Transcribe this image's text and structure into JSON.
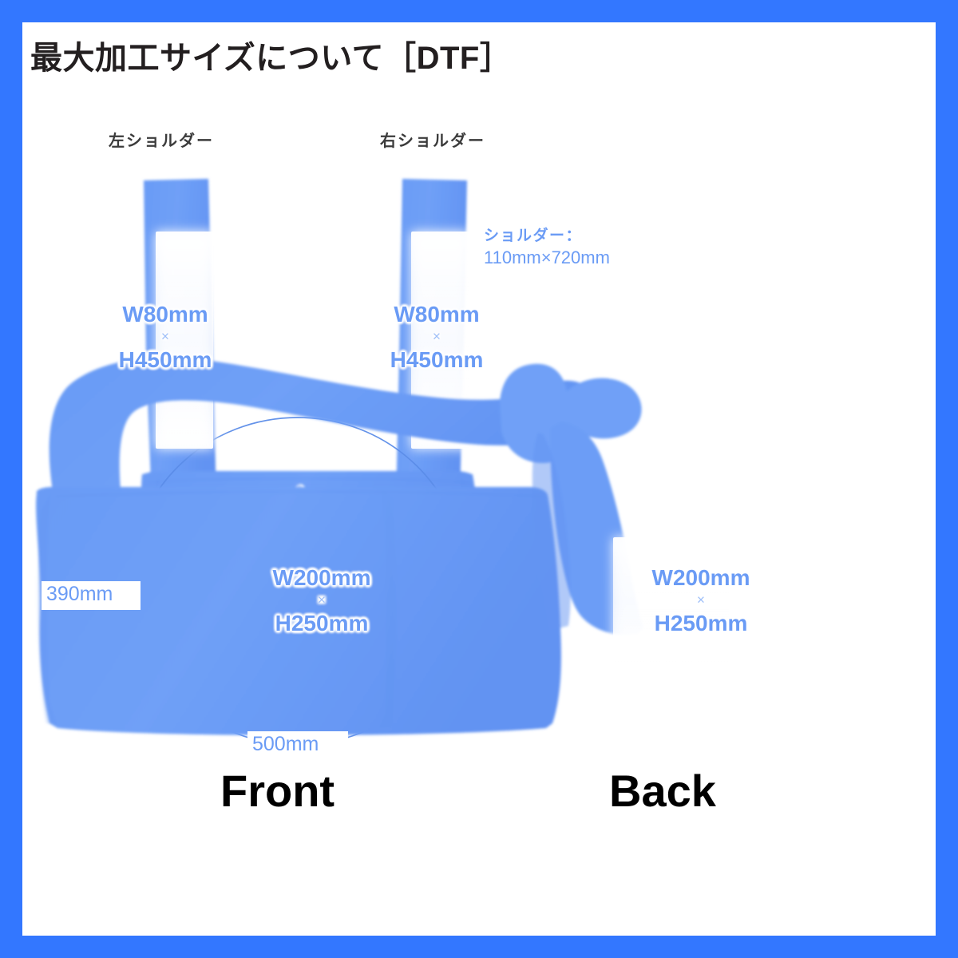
{
  "page": {
    "border_color": "#3377FF",
    "background_color": "#ffffff",
    "bag_color": "#6A9BF5",
    "accent_text_color": "#6A9BF5",
    "title_color": "#231f20"
  },
  "title": "最大加工サイズについて［DTF］",
  "labels": {
    "left_shoulder": "左ショルダー",
    "right_shoulder": "右ショルダー"
  },
  "shoulder_spec": {
    "title": "ショルダー：",
    "value": "110mm×720mm"
  },
  "print_areas": {
    "left_strap": {
      "width": "W80mm",
      "x": "×",
      "height": "H450mm"
    },
    "right_strap": {
      "width": "W80mm",
      "x": "×",
      "height": "H450mm"
    },
    "front_body": {
      "width": "W200mm",
      "x": "×",
      "height": "H250mm"
    },
    "back_body": {
      "width": "W200mm",
      "x": "×",
      "height": "H250mm"
    }
  },
  "measurements": {
    "height": "390mm",
    "width": "500mm"
  },
  "captions": {
    "front": "Front",
    "back": "Back"
  }
}
